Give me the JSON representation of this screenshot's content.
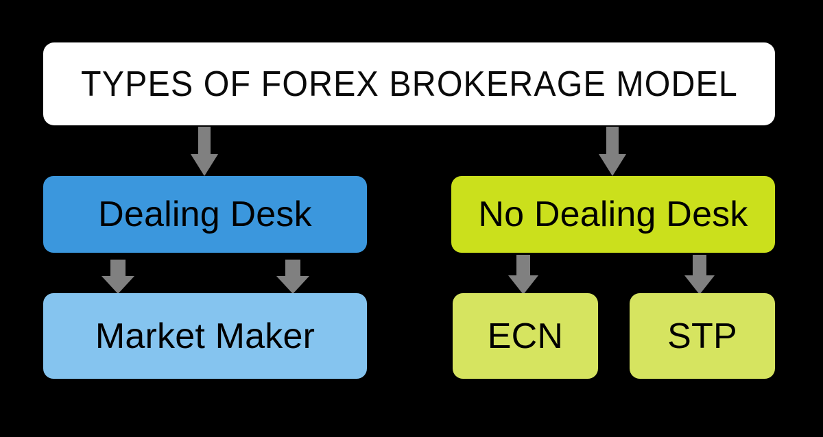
{
  "diagram": {
    "title": "TYPES OF FOREX BROKERAGE MODEL",
    "background_color": "#000000",
    "title_box_color": "#FFFFFF",
    "arrow_color": "#808080",
    "nodes": {
      "dealing_desk": {
        "label": "Dealing Desk",
        "color": "#3B97DD"
      },
      "no_dealing_desk": {
        "label": "No Dealing Desk",
        "color": "#CBE01C"
      },
      "market_maker": {
        "label": "Market Maker",
        "color": "#85C4EF"
      },
      "ecn": {
        "label": "ECN",
        "color": "#D6E460"
      },
      "stp": {
        "label": "STP",
        "color": "#D6E460"
      }
    },
    "connectors": [
      {
        "name": "title-to-dealing-desk",
        "icon": "down-arrow-icon"
      },
      {
        "name": "title-to-no-dealing-desk",
        "icon": "down-arrow-icon"
      },
      {
        "name": "dealing-desk-to-market-maker-left",
        "icon": "down-arrow-icon"
      },
      {
        "name": "dealing-desk-to-market-maker-right",
        "icon": "down-arrow-icon"
      },
      {
        "name": "no-dealing-desk-to-ecn",
        "icon": "down-arrow-icon"
      },
      {
        "name": "no-dealing-desk-to-stp",
        "icon": "down-arrow-icon"
      }
    ]
  }
}
